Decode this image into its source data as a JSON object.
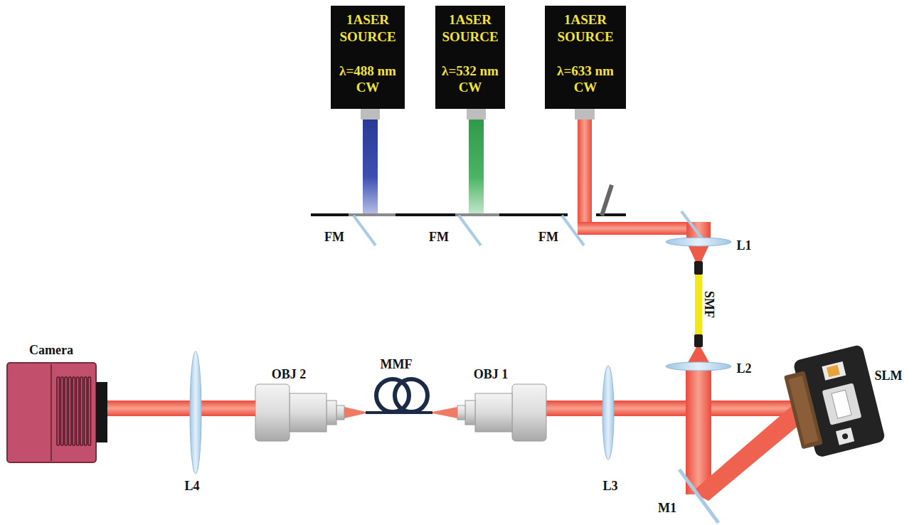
{
  "diagram": {
    "nodes": [
      {
        "text": [
          "1ASER SOURCE",
          "λ=488 nm CW"
        ]
      },
      {
        "text": [
          "1ASER SOURCE",
          "λ=532 nm CW"
        ]
      },
      {
        "text": [
          "1ASER SOURCE",
          "λ=633 nm CW"
        ]
      }
    ],
    "labels": [
      "FM",
      "FM",
      "FM",
      "L1",
      "SMF",
      "L2",
      "SLM",
      "Camera",
      "MMF",
      "OBJ 2",
      "OBJ 1",
      "L4",
      "L3",
      "M1"
    ]
  }
}
